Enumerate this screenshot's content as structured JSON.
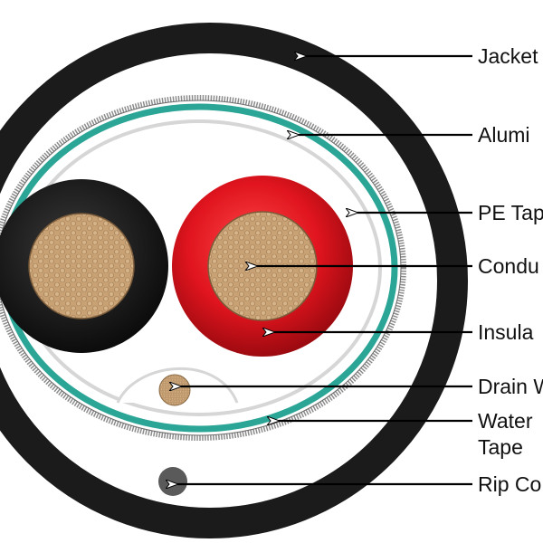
{
  "labels": {
    "jacket": "Jacket",
    "aluminum": "Alumi",
    "pe_tape": "PE Tap",
    "conductor": "Condu",
    "insulation": "Insula",
    "drain_wire": "Drain W",
    "water_tape_line1": "Water",
    "water_tape_line2": "Tape",
    "rip_cord": "Rip Co"
  },
  "colors": {
    "jacket": "#1a1a1a",
    "aluminum_shield": "#2aa596",
    "insulation_red": "#e0141e",
    "insulation_black": "#151515",
    "conductor_copper": "#c9a073",
    "drain_wire": "#c9a073",
    "rip_cord": "#5a5a5a",
    "leader_line": "#000000"
  }
}
